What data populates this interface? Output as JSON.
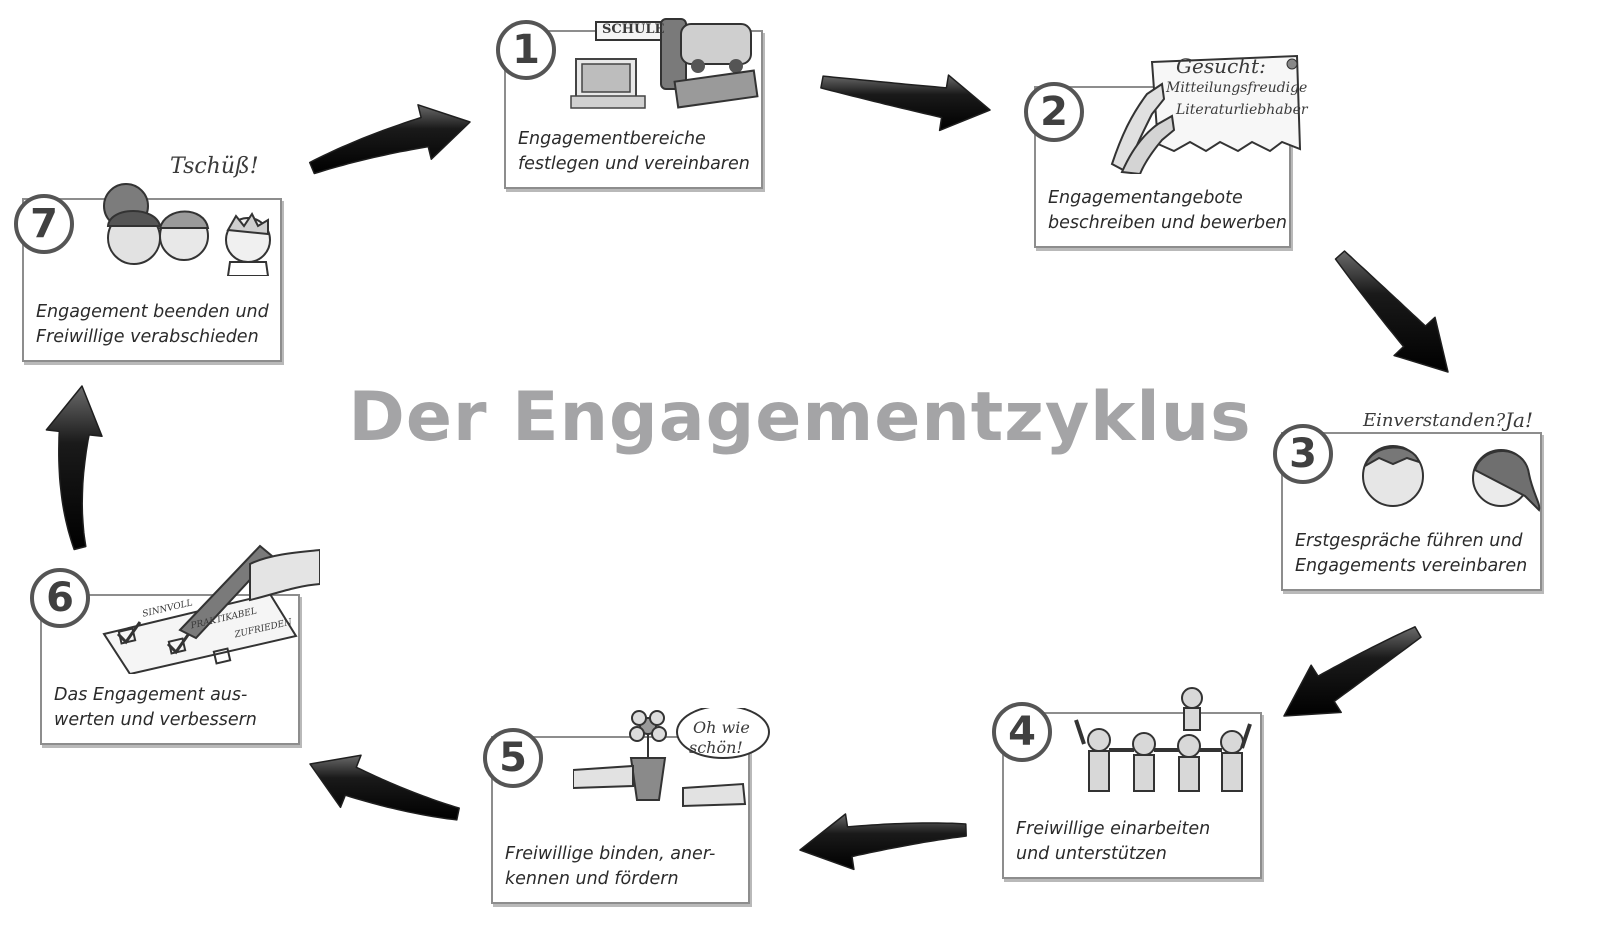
{
  "title": "Der Engagementzyklus",
  "colors": {
    "title": "#a4a4a6",
    "frame": "#8d8d8d",
    "arrow": "#1f1f1f",
    "text": "#2b2b2b"
  },
  "steps": [
    {
      "number": "1",
      "lines": [
        "Engagementbereiche",
        "festlegen und vereinbaren"
      ],
      "sign": "SCHULE"
    },
    {
      "number": "2",
      "lines": [
        "Engagementangebote",
        "beschreiben und bewerben"
      ],
      "note": [
        "Gesucht:",
        "Mitteilungsfreudige",
        "Literaturliebhaber"
      ]
    },
    {
      "number": "3",
      "lines": [
        "Erstgespräche führen und",
        "Engagements vereinbaren"
      ],
      "speech_a": "Einverstanden?",
      "speech_b": "Ja!"
    },
    {
      "number": "4",
      "lines": [
        "Freiwillige einarbeiten",
        "und unterstützen"
      ]
    },
    {
      "number": "5",
      "lines": [
        "Freiwillige binden, aner-",
        "kennen und fördern"
      ],
      "speech": [
        "Oh wie",
        "schön!"
      ]
    },
    {
      "number": "6",
      "lines": [
        "Das Engagement aus-",
        "werten und verbessern"
      ],
      "checklist": [
        "SINNVOLL",
        "PRAKTIKABEL",
        "ZUFRIEDEN"
      ]
    },
    {
      "number": "7",
      "lines": [
        "Engagement beenden und",
        "Freiwillige verabschieden"
      ],
      "speech": "Tschüß!"
    }
  ]
}
